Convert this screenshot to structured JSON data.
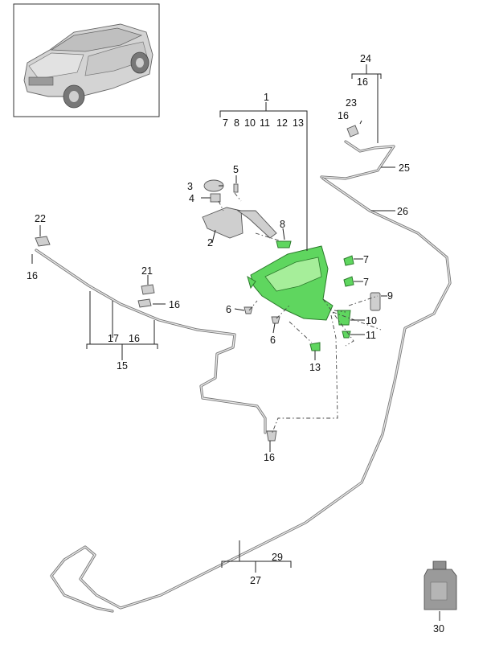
{
  "diagram": {
    "callouts": {
      "n1": "1",
      "n1_subs": [
        "7",
        "8",
        "10",
        "11",
        "12",
        "13"
      ],
      "n2": "2",
      "n3": "3",
      "n4": "4",
      "n5": "5",
      "n6a": "6",
      "n6b": "6",
      "n7a": "7",
      "n7b": "7",
      "n8": "8",
      "n9": "9",
      "n10": "10",
      "n11": "11",
      "n13": "13",
      "n15": "15",
      "n15_subs": [
        "17",
        "16"
      ],
      "n16a": "16",
      "n16b": "16",
      "n16c": "16",
      "n16d": "16",
      "n16e": "16",
      "n21": "21",
      "n22": "22",
      "n23": "23",
      "n24": "24",
      "n24_sub": "16",
      "n25": "25",
      "n26": "26",
      "n27": "27",
      "n29": "29",
      "n30": "30"
    },
    "colors": {
      "highlight": "#5fd65f",
      "highlight_dark": "#2b7a2b",
      "part_gray": "#cfcfcf",
      "line": "#222222"
    }
  }
}
